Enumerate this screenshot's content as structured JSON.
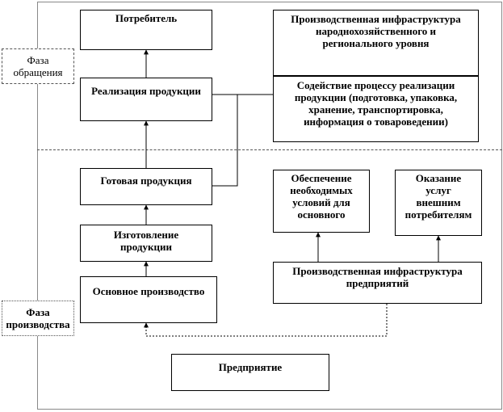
{
  "phases": {
    "circulation": "Фаза обращения",
    "production": "Фаза производства"
  },
  "boxes": {
    "consumer": "Потребитель",
    "national_infrastructure": "Производственная инфраструктура народнохозяйственного и регионального уровня",
    "product_sales": "Реализация продукции",
    "sales_assistance": "Содействие процессу реализации продукции (подготовка, упаковка, хранение, транспортировка, информация о товароведении)",
    "finished_products": "Готовая продукция",
    "support_conditions": "Обеспечение необходимых условий для основного",
    "external_services": "Оказание услуг внешним потребителям",
    "manufacturing": "Изготовление продукции",
    "enterprise_infrastructure": "Производственная инфраструктура предприятий",
    "main_production": "Основное производство",
    "enterprise": "Предприятие"
  }
}
